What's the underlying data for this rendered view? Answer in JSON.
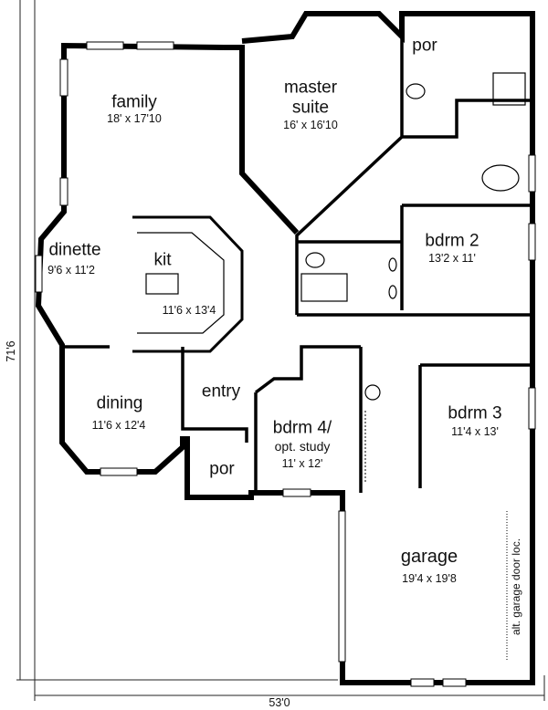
{
  "plan": {
    "overall_depth": "71'6",
    "overall_width": "53'0",
    "rooms": {
      "family": {
        "name": "family",
        "size": "18' x 17'10"
      },
      "master": {
        "name_line1": "master",
        "name_line2": "suite",
        "size": "16' x 16'10"
      },
      "porch_rear": {
        "name": "por"
      },
      "bdrm2": {
        "name": "bdrm 2",
        "size": "13'2 x 11'"
      },
      "dinette": {
        "name": "dinette",
        "size": "9'6 x 11'2"
      },
      "kitchen": {
        "name": "kit",
        "size": "11'6 x 13'4"
      },
      "dining": {
        "name": "dining",
        "size": "11'6 x 12'4"
      },
      "entry": {
        "name": "entry"
      },
      "porch_front": {
        "name": "por"
      },
      "bdrm4": {
        "name_line1": "bdrm 4/",
        "name_line2": "opt. study",
        "size": "11' x 12'"
      },
      "bdrm3": {
        "name": "bdrm 3",
        "size": "11'4 x 13'"
      },
      "garage": {
        "name": "garage",
        "size": "19'4 x 19'8",
        "note": "alt. garage door loc."
      }
    }
  }
}
